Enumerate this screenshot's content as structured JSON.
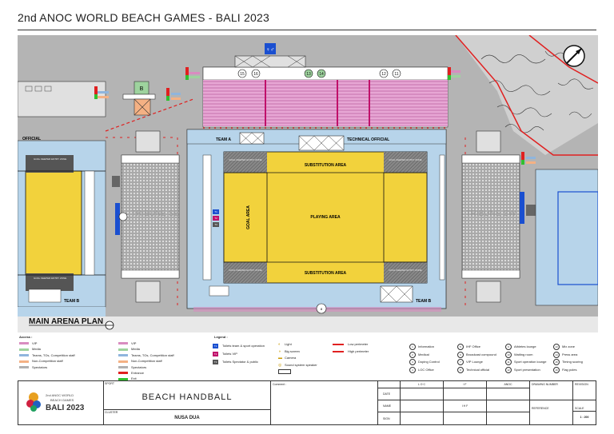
{
  "title": "2nd ANOC WORLD BEACH GAMES - BALI 2023",
  "plan": {
    "official_left": "OFFICIAL",
    "team_a": "TEAM A",
    "technical_official": "TECHNICAL OFFICIAL",
    "substitution_top": "SUBSTITUTION AREA",
    "substitution_bottom": "SUBSTITUTION AREA",
    "playing_area": "PLAYING AREA",
    "goal_area": "GOAL AREA",
    "gk_entry": "GOAL KEEPER ENTRY ZONE",
    "team_b_left": "TEAM B",
    "team_b_right": "TEAM B",
    "main_arena_plan": "MAIN ARENA PLAN",
    "tribune_se": "TRIBUNE SE",
    "tribune_sw": "TRIBUNE SW"
  },
  "legend": {
    "access_title": "Access :",
    "access_items": [
      {
        "label": "VIP",
        "color": "#d98cc0"
      },
      {
        "label": "Media",
        "color": "#9ed39e"
      },
      {
        "label": "Teams, TOs, Competition staff",
        "color": "#8fb5dd"
      },
      {
        "label": "Non-Competition staff",
        "color": "#f4b184"
      },
      {
        "label": "Spectators",
        "color": "#b0b0b0"
      }
    ],
    "access_items2": [
      {
        "label": "VIP",
        "color": "#d98cc0"
      },
      {
        "label": "Media",
        "color": "#9ed39e"
      },
      {
        "label": "Teams, TOs, Competition staff",
        "color": "#8fb5dd"
      },
      {
        "label": "Non-Competition staff",
        "color": "#f4b184"
      },
      {
        "label": "Spectators",
        "color": "#b0b0b0"
      },
      {
        "label": "Entrance",
        "color": "#e02020"
      },
      {
        "label": "Exit",
        "color": "#30c030"
      }
    ],
    "legend_title": "Legend :",
    "toilets": [
      {
        "label": "Toilets team & sport operation",
        "code": "T1"
      },
      {
        "label": "Toilets VIP",
        "code": "T2"
      },
      {
        "label": "Toilets Spectator & public",
        "code": "T3"
      }
    ],
    "equipment": [
      {
        "label": "Light"
      },
      {
        "label": "Big screen"
      },
      {
        "label": "Camera"
      },
      {
        "label": "Sound system speaker"
      }
    ],
    "perimeters": [
      {
        "label": "Low perimeter",
        "color": "#e02020"
      },
      {
        "label": "High perimeter",
        "color": "#e02020"
      }
    ],
    "numbered": [
      {
        "n": "1",
        "label": "Information"
      },
      {
        "n": "2",
        "label": "Medical"
      },
      {
        "n": "3",
        "label": "Doping Control"
      },
      {
        "n": "4",
        "label": "LOC Office"
      },
      {
        "n": "5",
        "label": "IHF Office"
      },
      {
        "n": "6",
        "label": "Broadcast compound"
      },
      {
        "n": "7",
        "label": "VIP Lounge"
      },
      {
        "n": "8",
        "label": "Technical official"
      },
      {
        "n": "9",
        "label": "Athletes lounge"
      },
      {
        "n": "10",
        "label": "Waiting room"
      },
      {
        "n": "11",
        "label": "Sport operation lounge"
      },
      {
        "n": "12",
        "label": "Sport presentation"
      },
      {
        "n": "13",
        "label": "Mix zone"
      },
      {
        "n": "14",
        "label": "Press area"
      },
      {
        "n": "15",
        "label": "Timing scoring"
      },
      {
        "n": "16",
        "label": "Flag poles"
      }
    ]
  },
  "titleblock": {
    "logo_line1": "2nd ANOC WORLD",
    "logo_line2": "BEACH GAMES",
    "logo_line3": "BALI 2023",
    "sport_label": "SPORT",
    "sport_value": "BEACH HANDBALL",
    "cluster_label": "CLUSTER",
    "cluster_value": "NUSA DUA",
    "comment_label": "Comment :",
    "date_label": "DATE",
    "name_label": "NAME",
    "sign_label": "SIGN",
    "col_loc": "L O C",
    "col_if": "I F",
    "col_anoc": "ANOC",
    "ihf": "I H F",
    "drawing_number": "DRAWING NUMBER",
    "revision": "REVISION",
    "reference": "REFERENCE",
    "scale_label": "SCALE",
    "scale_value": "1 : 200"
  }
}
